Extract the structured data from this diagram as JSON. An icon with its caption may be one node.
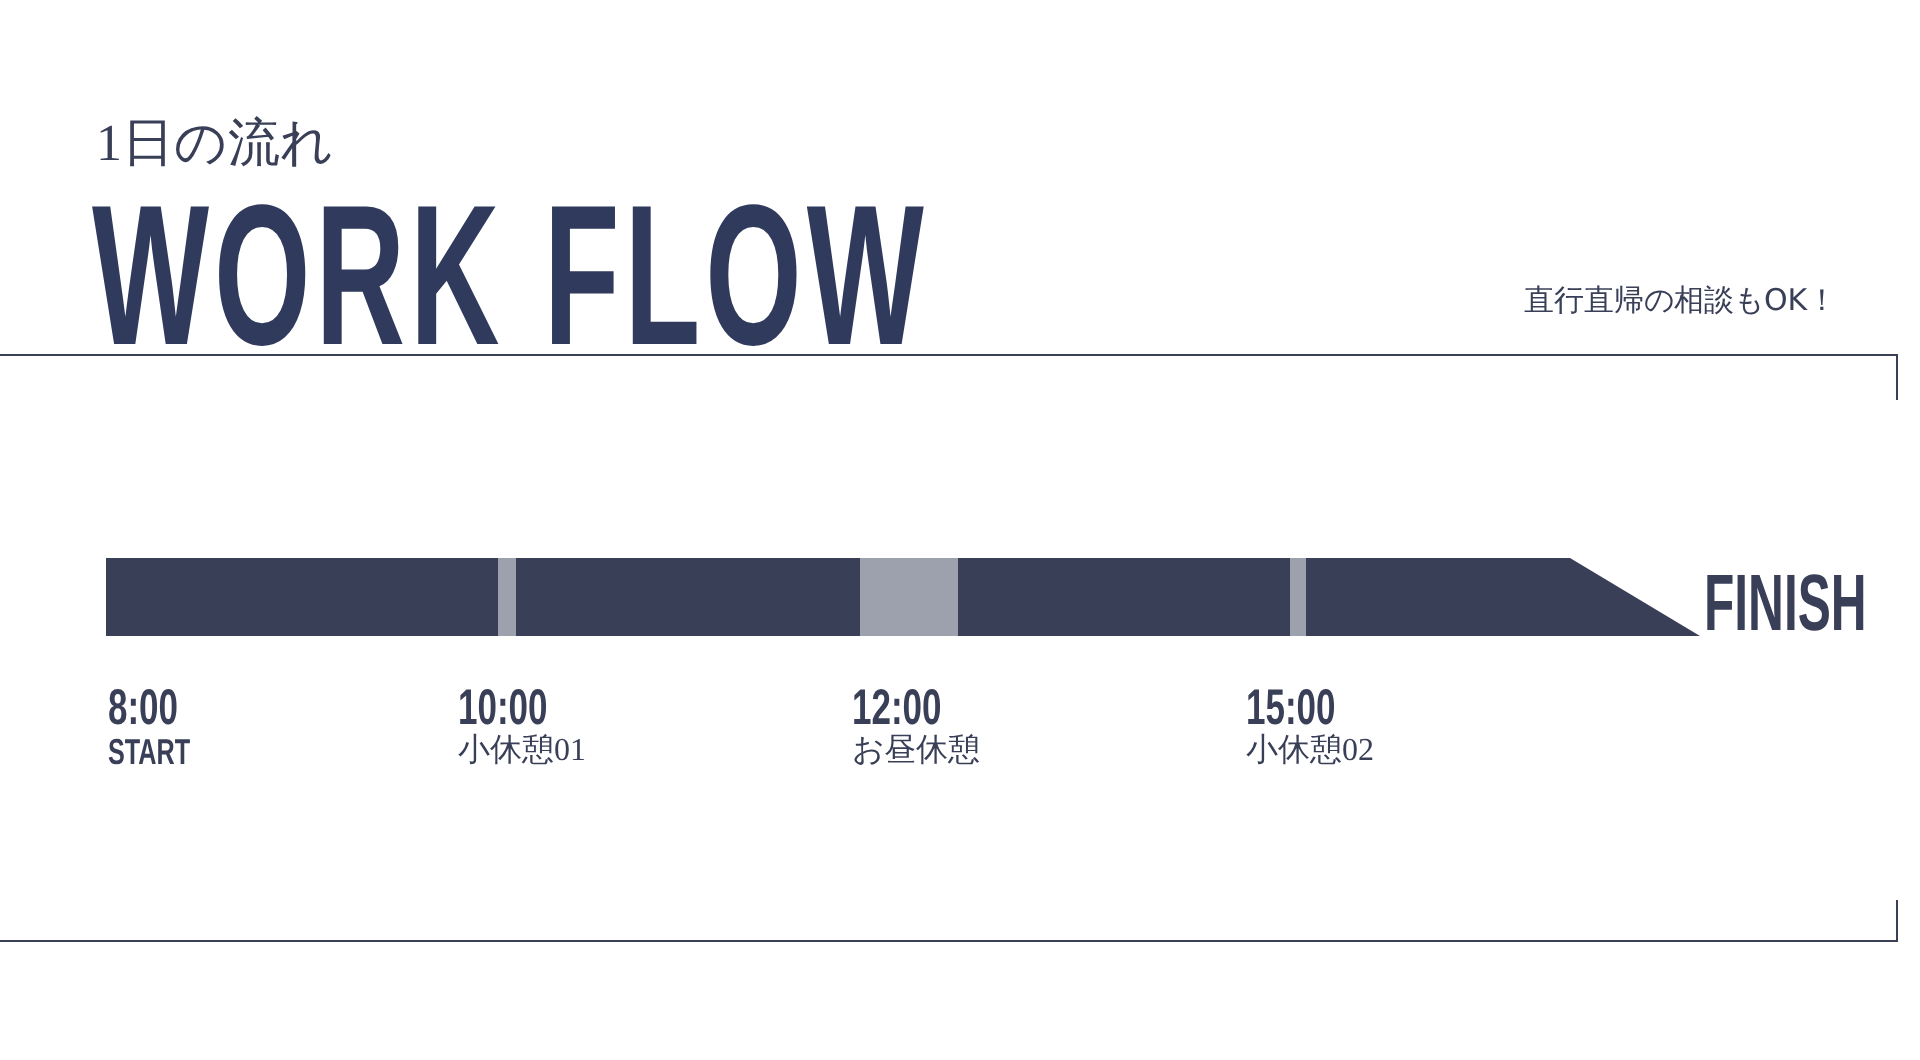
{
  "diagram": {
    "title": "WORK FLOW",
    "labels": [
      "1日の流れ",
      "直行直帰の相談もOK！",
      "FINISH",
      "8:00",
      "START",
      "10:00",
      "小休憩01",
      "12:00",
      "お昼休憩",
      "15:00",
      "小休憩02"
    ]
  }
}
